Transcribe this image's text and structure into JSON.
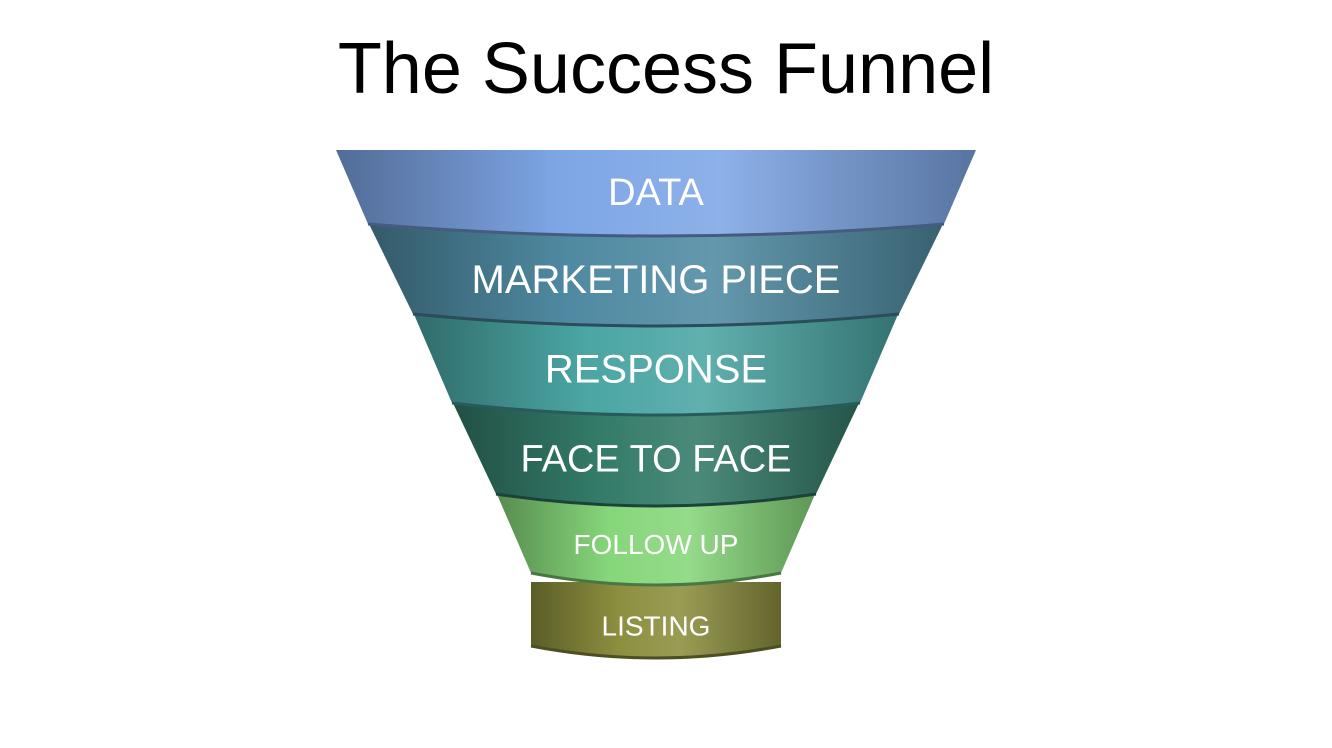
{
  "title": "The Success Funnel",
  "stages": [
    {
      "label": "DATA",
      "color": "#7ea6e6"
    },
    {
      "label": "MARKETING PIECE",
      "color": "#4f8aa2"
    },
    {
      "label": "RESPONSE",
      "color": "#4aa5a3"
    },
    {
      "label": "FACE TO FACE",
      "color": "#337a68"
    },
    {
      "label": "FOLLOW UP",
      "color": "#86d67a"
    },
    {
      "label": "LISTING",
      "color": "#8c8f3e"
    }
  ]
}
